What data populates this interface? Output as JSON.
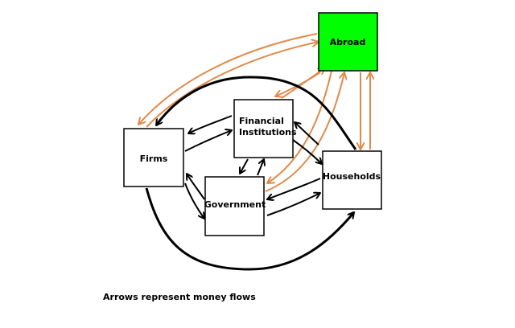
{
  "nodes": {
    "abroad": "Abroad",
    "firms": "Firms",
    "financial_line1": "Financial",
    "financial_line2": "Institutions",
    "government": "Government",
    "households": "Households"
  },
  "caption": "Arrows represent money flows",
  "colors": {
    "abroad_fill": "#00ff00",
    "box_fill": "#ffffff",
    "black_arrow": "#000000",
    "orange_arrow": "#e08a4a"
  }
}
